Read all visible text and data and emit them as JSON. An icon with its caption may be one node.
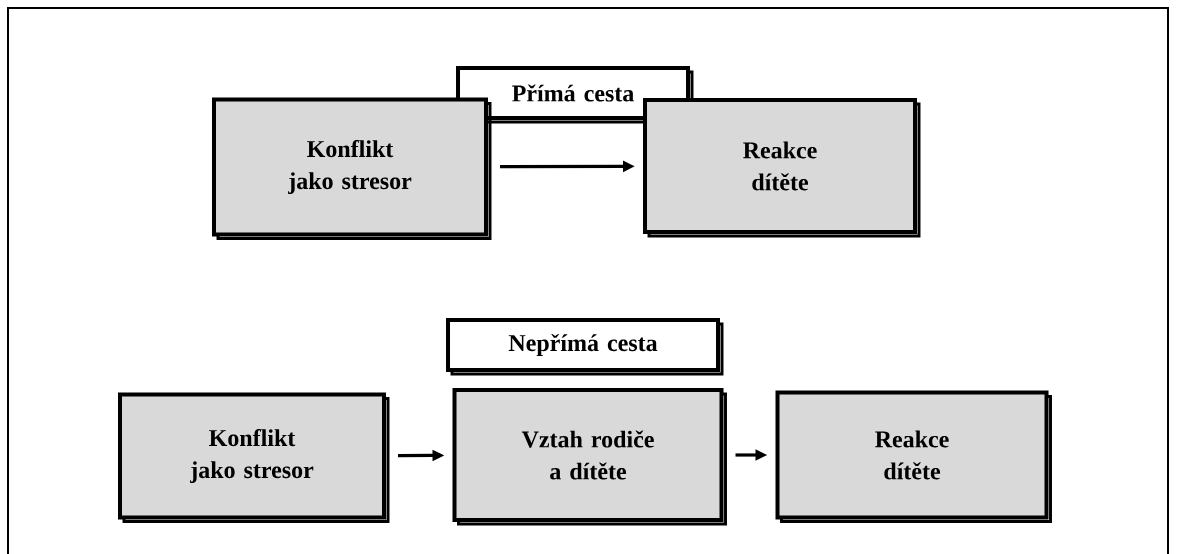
{
  "diagram": {
    "nodes": [
      {
        "text": [
          "Přímá cesta"
        ]
      },
      {
        "text": [
          "Konflikt jako stresor"
        ]
      },
      {
        "text": [
          "Reakce dítěte"
        ]
      },
      {
        "text": [
          "Nepřímá cesta"
        ]
      },
      {
        "text": [
          "Konflikt jako stresor"
        ]
      },
      {
        "text": [
          "Vztah rodiče a dítěte"
        ]
      },
      {
        "text": [
          "Reakce dítěte"
        ]
      }
    ],
    "edges": [
      {
        "from": 1,
        "to": 2,
        "arrow": "to"
      },
      {
        "from": 4,
        "to": 5,
        "arrow": "to"
      },
      {
        "from": 5,
        "to": 6,
        "arrow": "to"
      }
    ]
  }
}
